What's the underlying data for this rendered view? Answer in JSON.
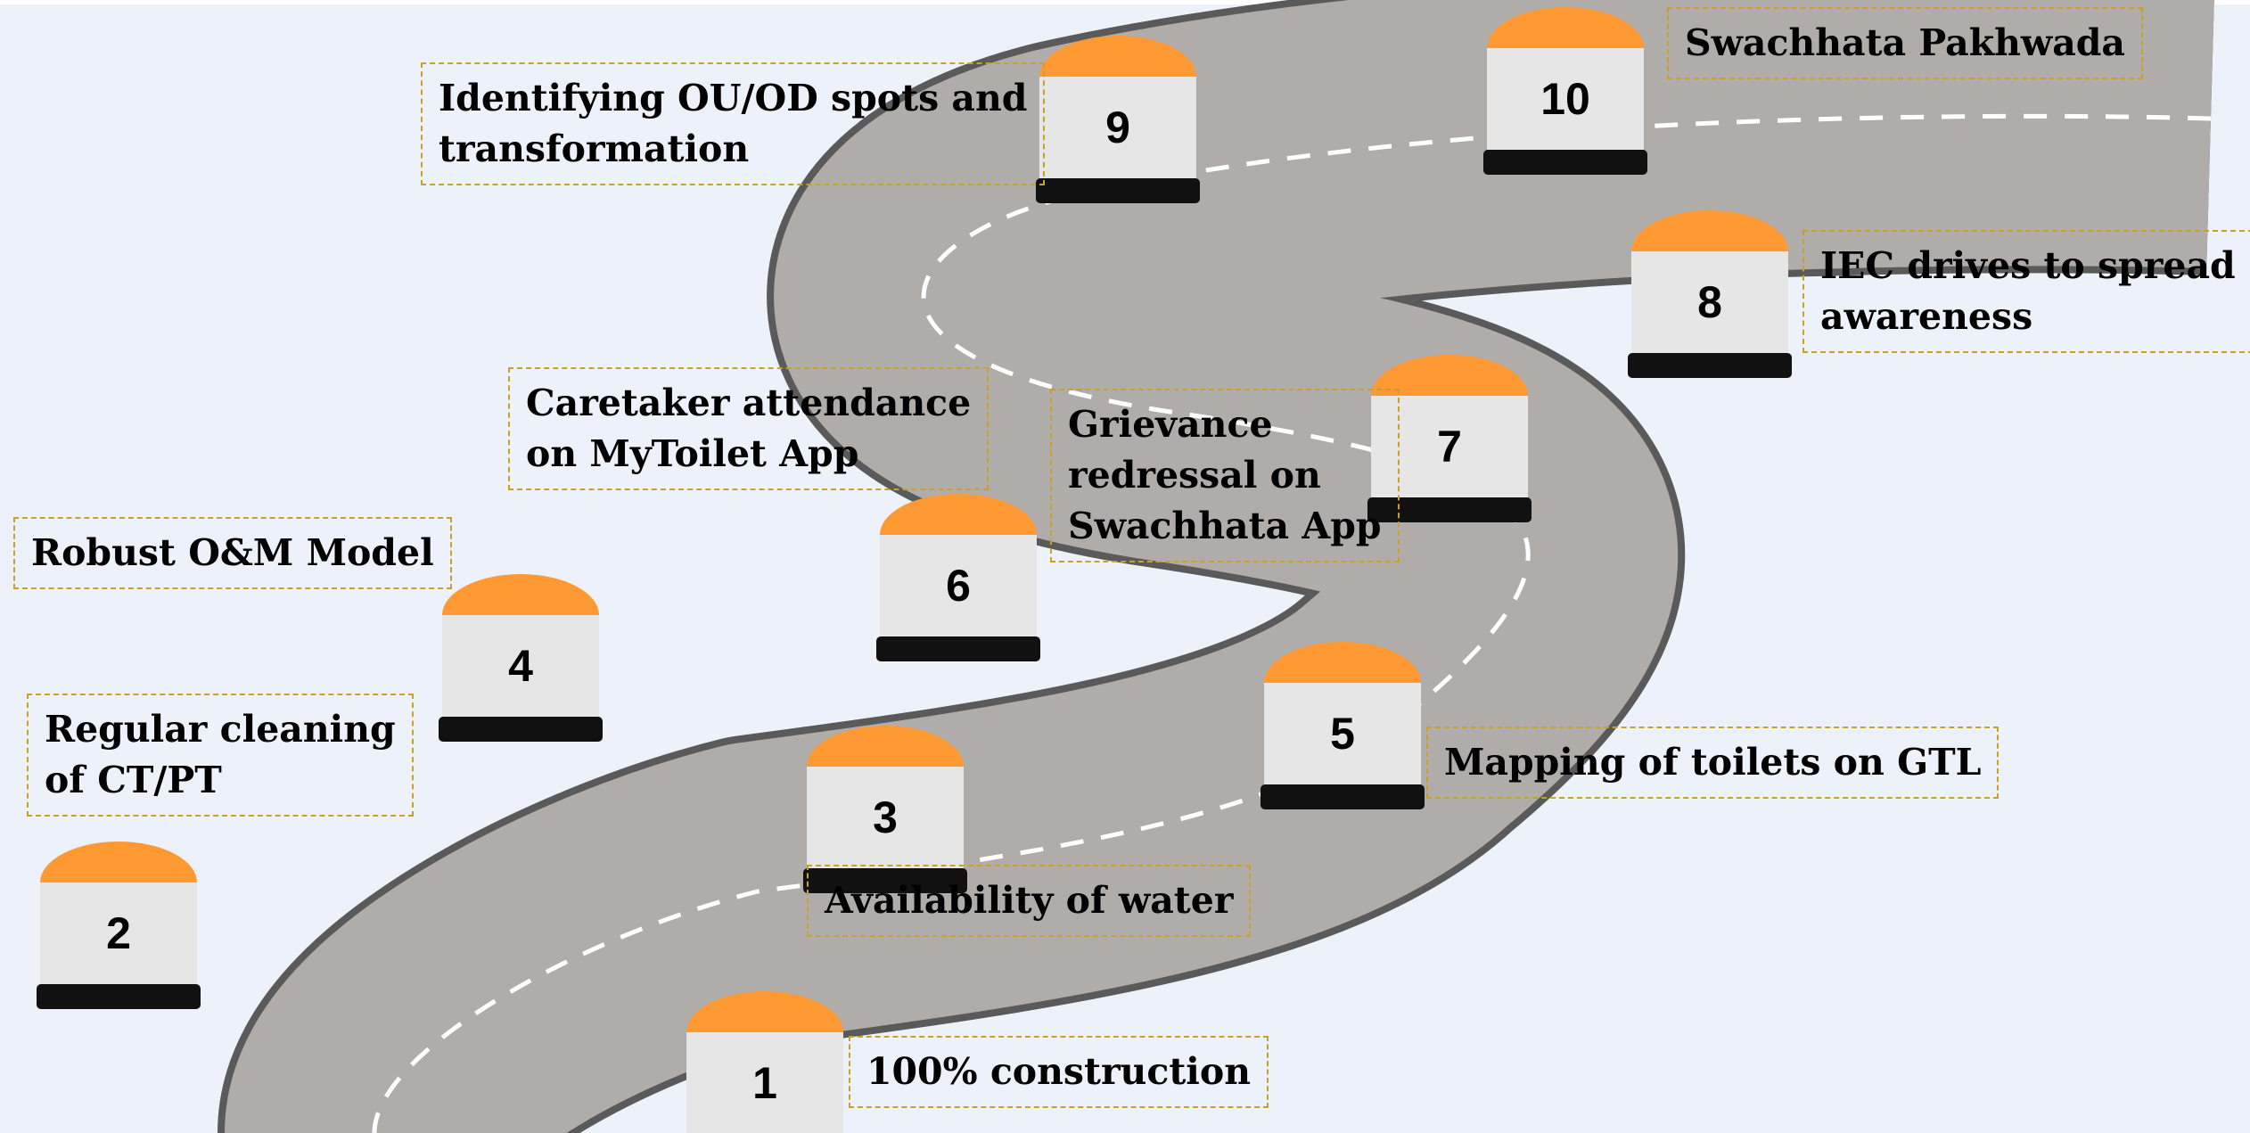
{
  "milestones": [
    {
      "number": "1",
      "label": "100% construction"
    },
    {
      "number": "2",
      "label": "Regular cleaning\nof CT/PT"
    },
    {
      "number": "3",
      "label": "Availability of water"
    },
    {
      "number": "4",
      "label": "Robust O&M Model"
    },
    {
      "number": "5",
      "label": "Mapping of toilets on GTL"
    },
    {
      "number": "6",
      "label": "Caretaker attendance\non MyToilet App"
    },
    {
      "number": "7",
      "label": "Grievance\nredressal on\nSwachhata App"
    },
    {
      "number": "8",
      "label": "IEC drives to spread\nawareness"
    },
    {
      "number": "9",
      "label": "Identifying OU/OD spots and\ntransformation"
    },
    {
      "number": "10",
      "label": "Swachhata Pakhwada"
    }
  ],
  "colors": {
    "background": "#edf1f9",
    "road_fill": "#b0acaa",
    "road_edge": "#5a5a5a",
    "road_dash": "#ffffff",
    "stone_cap": "#ff9933",
    "stone_body": "#e6e6e6",
    "stone_base": "#111111",
    "label_border": "#c9a02a"
  }
}
